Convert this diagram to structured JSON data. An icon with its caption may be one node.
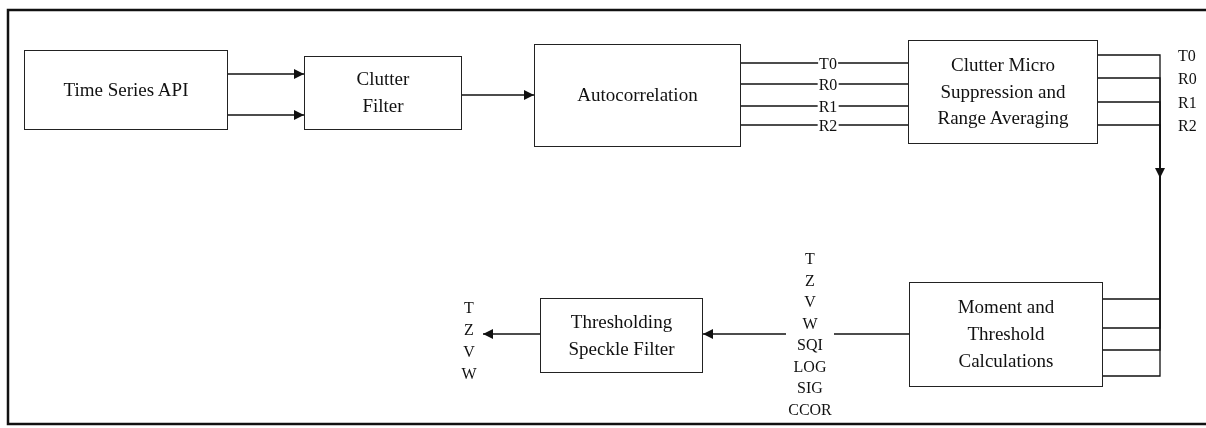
{
  "diagram": {
    "nodes": [
      {
        "text": [
          "Time Series API"
        ]
      },
      {
        "text": [
          "Clutter Filter"
        ]
      },
      {
        "text": [
          "Autocorrelation"
        ]
      },
      {
        "text": [
          "Clutter Micro Suppression and Range Averaging"
        ]
      },
      {
        "text": [
          "Moment and Threshold Calculations"
        ]
      },
      {
        "text": [
          "Thresholding Speckle Filter"
        ]
      },
      {
        "text": [
          "T Z V W"
        ]
      }
    ],
    "edges": [
      {
        "from": 0,
        "to": 1,
        "arrow": "to"
      },
      {
        "from": 0,
        "to": 1,
        "arrow": "to"
      },
      {
        "from": 1,
        "to": 2,
        "arrow": "to"
      },
      {
        "from": 2,
        "to": 3,
        "arrow": "none",
        "label": "T0"
      },
      {
        "from": 2,
        "to": 3,
        "arrow": "none",
        "label": "R0"
      },
      {
        "from": 2,
        "to": 3,
        "arrow": "none",
        "label": "R1"
      },
      {
        "from": 2,
        "to": 3,
        "arrow": "none",
        "label": "R2"
      },
      {
        "from": 3,
        "to": 4,
        "arrow": "to",
        "label": "T0"
      },
      {
        "from": 3,
        "to": 4,
        "arrow": "to",
        "label": "R0"
      },
      {
        "from": 3,
        "to": 4,
        "arrow": "to",
        "label": "R1"
      },
      {
        "from": 3,
        "to": 4,
        "arrow": "to",
        "label": "R2"
      },
      {
        "from": 4,
        "to": 5,
        "arrow": "to",
        "label": "T Z V W SQI LOG SIG CCOR"
      },
      {
        "from": 5,
        "to": 6,
        "arrow": "to"
      }
    ]
  }
}
